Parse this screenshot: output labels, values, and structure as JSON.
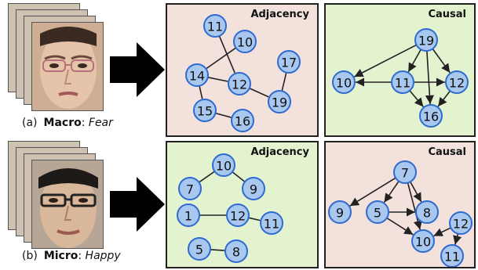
{
  "rows": [
    {
      "tag": "(a)",
      "type": "Macro",
      "emotion": "Fear",
      "panels": [
        {
          "title": "Adjacency",
          "bg": "#f3e1dc",
          "directed": false,
          "nodes": [
            "11",
            "10",
            "14",
            "12",
            "17",
            "19",
            "15",
            "16"
          ],
          "edges": [
            [
              "11",
              "12"
            ],
            [
              "10",
              "14"
            ],
            [
              "14",
              "12"
            ],
            [
              "12",
              "19"
            ],
            [
              "17",
              "19"
            ],
            [
              "14",
              "15"
            ],
            [
              "15",
              "16"
            ]
          ]
        },
        {
          "title": "Causal",
          "bg": "#e4f3cf",
          "directed": true,
          "nodes": [
            "19",
            "10",
            "11",
            "12",
            "16"
          ],
          "edges": [
            [
              "19",
              "10"
            ],
            [
              "19",
              "11"
            ],
            [
              "19",
              "12"
            ],
            [
              "19",
              "16"
            ],
            [
              "11",
              "10"
            ],
            [
              "11",
              "12"
            ],
            [
              "11",
              "16"
            ],
            [
              "12",
              "16"
            ]
          ]
        }
      ]
    },
    {
      "tag": "(b)",
      "type": "Micro",
      "emotion": "Happy",
      "panels": [
        {
          "title": "Adjacency",
          "bg": "#e4f3cf",
          "directed": false,
          "nodes": [
            "10",
            "7",
            "9",
            "1",
            "12",
            "11",
            "5",
            "8"
          ],
          "edges": [
            [
              "10",
              "7"
            ],
            [
              "10",
              "9"
            ],
            [
              "1",
              "12"
            ],
            [
              "12",
              "11"
            ],
            [
              "5",
              "8"
            ]
          ]
        },
        {
          "title": "Causal",
          "bg": "#f3e1dc",
          "directed": true,
          "nodes": [
            "7",
            "9",
            "5",
            "8",
            "12",
            "10",
            "11"
          ],
          "edges": [
            [
              "7",
              "9"
            ],
            [
              "7",
              "5"
            ],
            [
              "7",
              "8"
            ],
            [
              "7",
              "10"
            ],
            [
              "5",
              "8"
            ],
            [
              "5",
              "10"
            ],
            [
              "12",
              "10"
            ],
            [
              "12",
              "11"
            ]
          ]
        }
      ]
    }
  ]
}
